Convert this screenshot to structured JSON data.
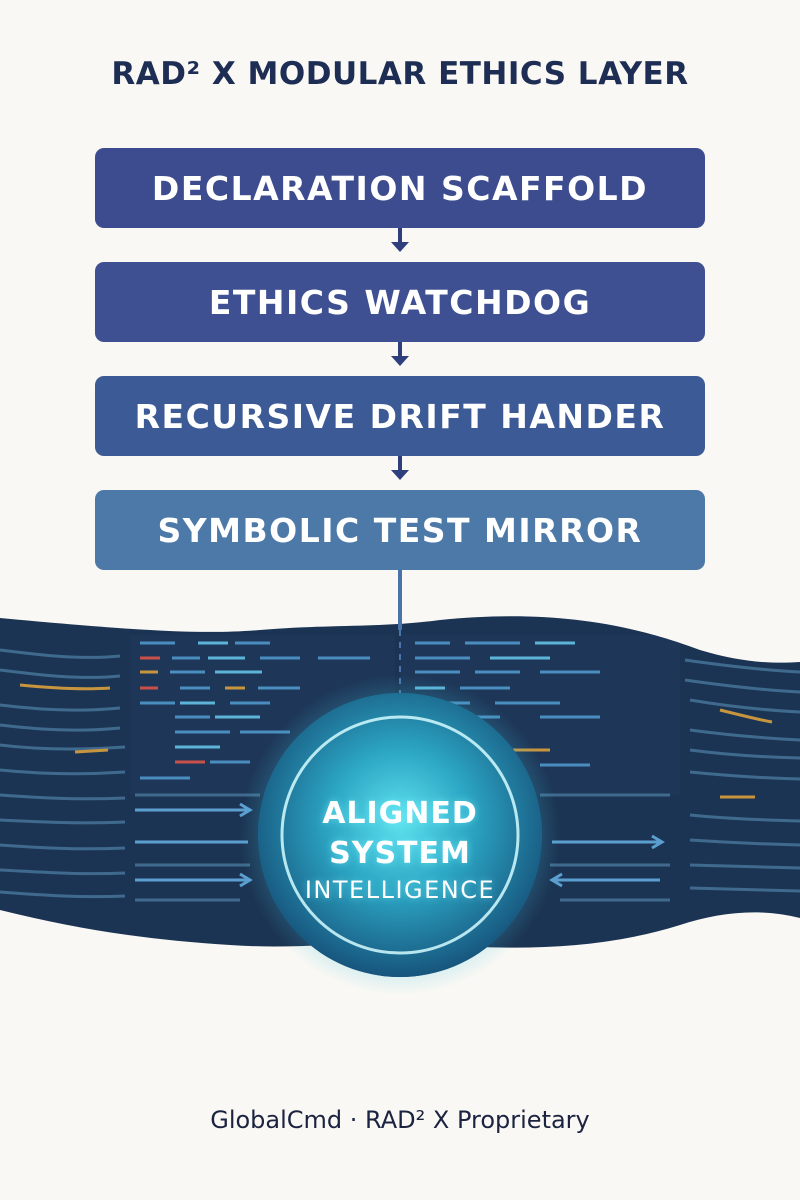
{
  "title": "RAD² X MODULAR ETHICS LAYER",
  "layers": [
    "DECLARATION SCAFFOLD",
    "ETHICS WATCHDOG",
    "RECURSIVE DRIFT HANDER",
    "SYMBOLIC  TEST MIRROR"
  ],
  "center": {
    "line1": "ALIGNED",
    "line2": "SYSTEM",
    "line3": "INTELLIGENCE"
  },
  "footer": "GlobalCmd · RAD² X Proprietary",
  "colors": {
    "background": "#f9f8f4",
    "title_text": "#1d2d54",
    "box_dark": "#3d4c8e",
    "box_light": "#4c79a8",
    "band": "#1c3453",
    "glow": "#47c7df",
    "accent_orange": "#c8953f",
    "accent_red": "#c9504a"
  }
}
